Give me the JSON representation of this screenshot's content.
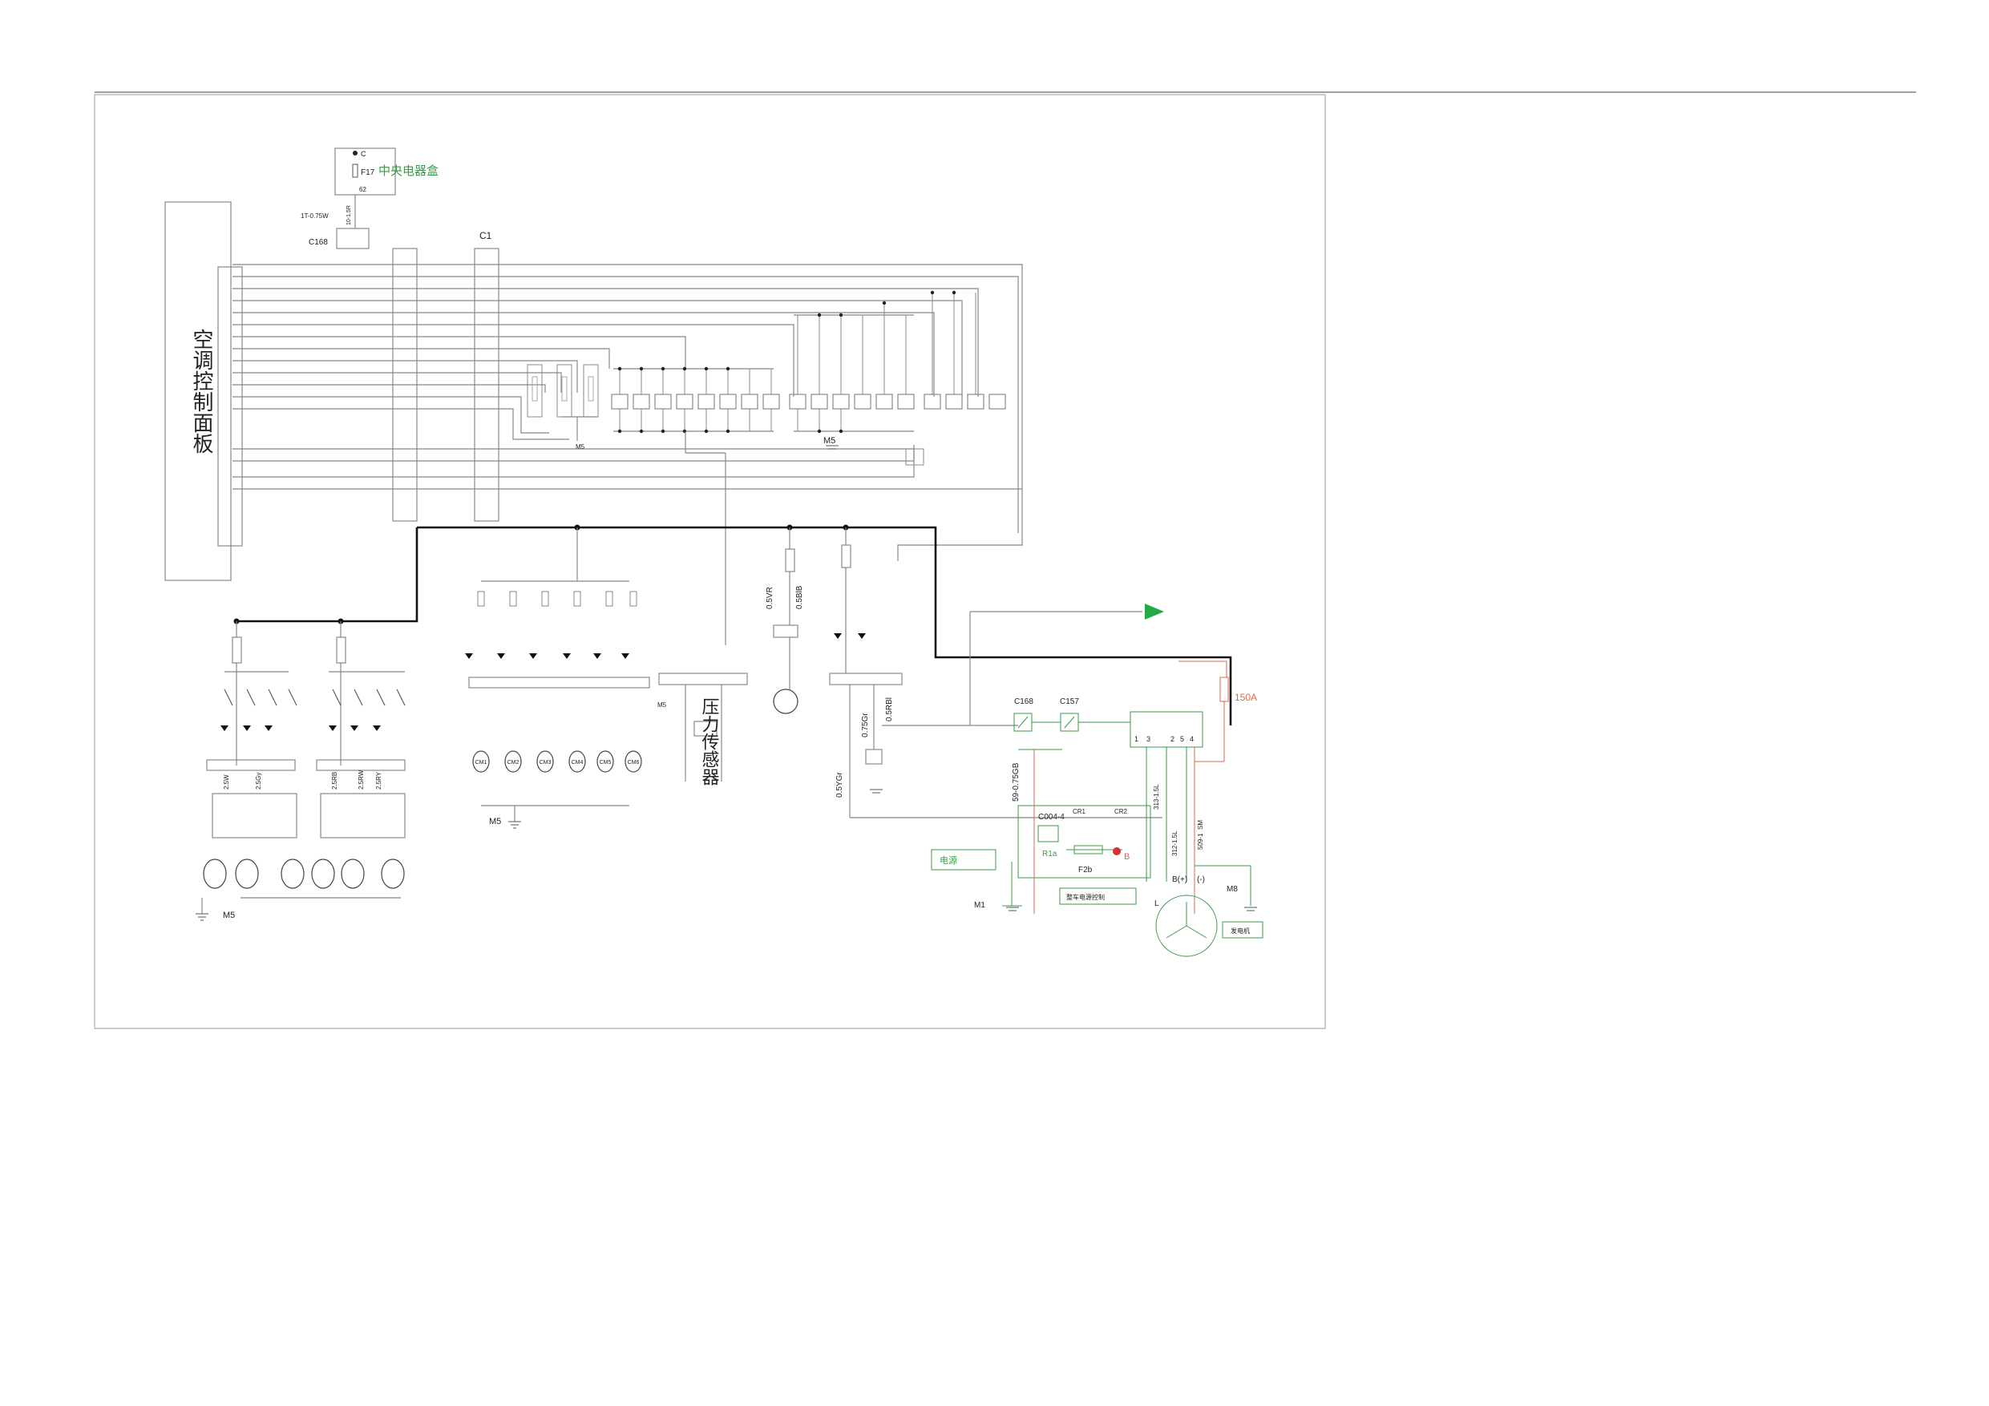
{
  "panel_label": "空调控制面板",
  "fuse_top": {
    "terminal": "C",
    "name": "F17",
    "code": "62",
    "label": "中央电器盒"
  },
  "wire_top": "1T-0.75W",
  "wire_top2": "10-1.5R",
  "connector_c168_top": "C168",
  "connector_c1": "C1",
  "ground_labels": [
    "M5",
    "M5",
    "M5",
    "M5",
    "M5",
    "M1",
    "M8"
  ],
  "wire_labels": {
    "sv_r": "0.5VR",
    "sb_b": "0.5BlB",
    "gr": "0.75Gr",
    "rbl": "0.5RBl",
    "ygr": "0.5YGr",
    "gb": "59-0.75GB",
    "w2": "2.5W",
    "gy": "2.5Gy",
    "rb": "2.5RB",
    "rw": "2.5RW",
    "ry": "2.5RY",
    "w312": "312-1.5L",
    "w313": "313-1.5L",
    "w509": "509-1",
    "sm": "SM"
  },
  "motors": [
    "CM1",
    "CM2",
    "CM3",
    "CM4",
    "CM5",
    "CM6"
  ],
  "lower_right": {
    "c168": "C168",
    "c157": "C157",
    "fuse": "150A",
    "c004": "C004-4",
    "cr1": "CR1",
    "cr2": "CR2",
    "r1a": "R1a",
    "f2b": "F2b",
    "b_red": "B",
    "b_plus": "B(+)",
    "minus": "(-)",
    "l": "L",
    "box_left": "电源",
    "box_mid": "整车电源控制",
    "box_right": "发电机",
    "term_nums": [
      "1",
      "3",
      "2",
      "5",
      "4"
    ]
  },
  "sensor_label": "压力传感器",
  "colors": {
    "bus": "#111111",
    "green": "#3a9a4a",
    "red": "#d96a4a",
    "arrow": "#22aa44"
  }
}
